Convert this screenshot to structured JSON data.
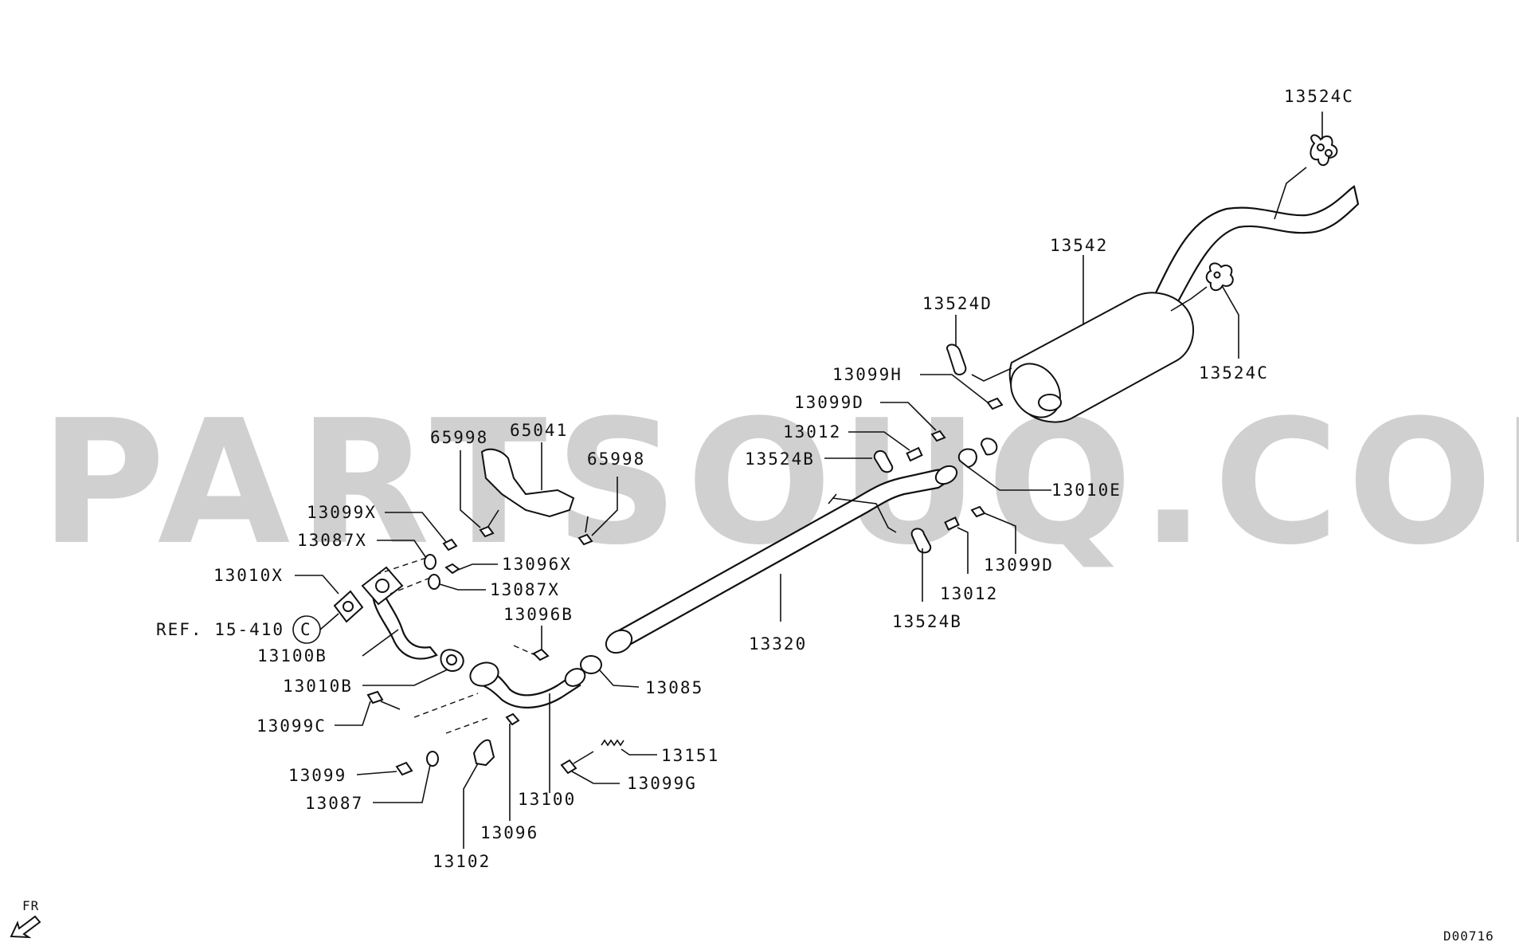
{
  "watermark": "PARTSOUQ.COM",
  "diagram_code": "D00716",
  "direction_label": "FR",
  "reference": {
    "text": "REF. 15-410",
    "circle_letter": "C"
  },
  "callouts": {
    "c13524C_top": "13524C",
    "c13542": "13542",
    "c13524D": "13524D",
    "c13524C_right": "13524C",
    "c13099H": "13099H",
    "c13099D_top": "13099D",
    "c13012_top": "13012",
    "c13524B_top": "13524B",
    "c13010E": "13010E",
    "c65998_left": "65998",
    "c65041": "65041",
    "c65998_right": "65998",
    "c13099X": "13099X",
    "c13087X_left": "13087X",
    "c13096X": "13096X",
    "c13010X": "13010X",
    "c13087X_right": "13087X",
    "c13099D_bottom": "13099D",
    "c13012_bottom": "13012",
    "c13524B_bottom": "13524B",
    "c13096B": "13096B",
    "c13100B": "13100B",
    "c13320": "13320",
    "c13010B": "13010B",
    "c13085": "13085",
    "c13099C": "13099C",
    "c13151": "13151",
    "c13099": "13099",
    "c13099G": "13099G",
    "c13087": "13087",
    "c13100": "13100",
    "c13096": "13096",
    "c13102": "13102"
  }
}
